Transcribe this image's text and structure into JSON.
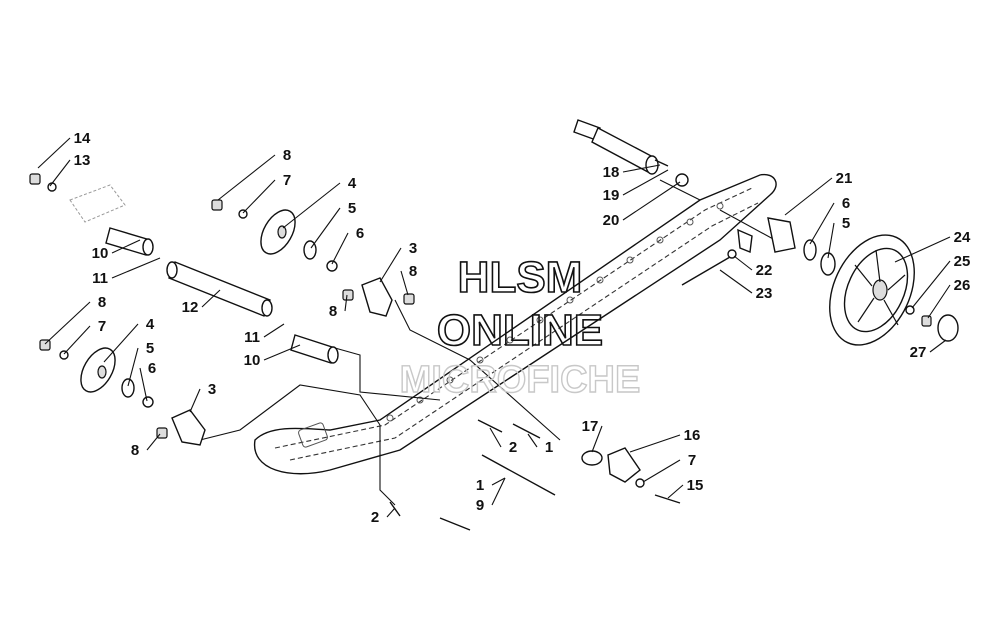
{
  "watermark": {
    "line1": "HLSM",
    "line2": "ONLINE",
    "line3": "MICROFICHE"
  },
  "callouts": [
    {
      "id": "c14",
      "label": "14"
    },
    {
      "id": "c13",
      "label": "13"
    },
    {
      "id": "c10a",
      "label": "10"
    },
    {
      "id": "c11a",
      "label": "11"
    },
    {
      "id": "c12",
      "label": "12"
    },
    {
      "id": "c8a",
      "label": "8"
    },
    {
      "id": "c7a",
      "label": "7"
    },
    {
      "id": "c4a",
      "label": "4"
    },
    {
      "id": "c5a",
      "label": "5"
    },
    {
      "id": "c6a",
      "label": "6"
    },
    {
      "id": "c8b",
      "label": "8"
    },
    {
      "id": "c7b",
      "label": "7"
    },
    {
      "id": "c4b",
      "label": "4"
    },
    {
      "id": "c5b",
      "label": "5"
    },
    {
      "id": "c6b",
      "label": "6"
    },
    {
      "id": "c3a",
      "label": "3"
    },
    {
      "id": "c8c",
      "label": "8"
    },
    {
      "id": "c8d",
      "label": "8"
    },
    {
      "id": "c11b",
      "label": "11"
    },
    {
      "id": "c10b",
      "label": "10"
    },
    {
      "id": "c3b",
      "label": "3"
    },
    {
      "id": "c8e",
      "label": "8"
    },
    {
      "id": "c18",
      "label": "18"
    },
    {
      "id": "c19",
      "label": "19"
    },
    {
      "id": "c20",
      "label": "20"
    },
    {
      "id": "c21",
      "label": "21"
    },
    {
      "id": "c6c",
      "label": "6"
    },
    {
      "id": "c5c",
      "label": "5"
    },
    {
      "id": "c22",
      "label": "22"
    },
    {
      "id": "c23",
      "label": "23"
    },
    {
      "id": "c24",
      "label": "24"
    },
    {
      "id": "c25",
      "label": "25"
    },
    {
      "id": "c26",
      "label": "26"
    },
    {
      "id": "c27",
      "label": "27"
    },
    {
      "id": "c2a",
      "label": "2"
    },
    {
      "id": "c1a",
      "label": "1"
    },
    {
      "id": "c17",
      "label": "17"
    },
    {
      "id": "c16",
      "label": "16"
    },
    {
      "id": "c7c",
      "label": "7"
    },
    {
      "id": "c15",
      "label": "15"
    },
    {
      "id": "c1b",
      "label": "1"
    },
    {
      "id": "c9",
      "label": "9"
    },
    {
      "id": "c2b",
      "label": "2"
    }
  ]
}
